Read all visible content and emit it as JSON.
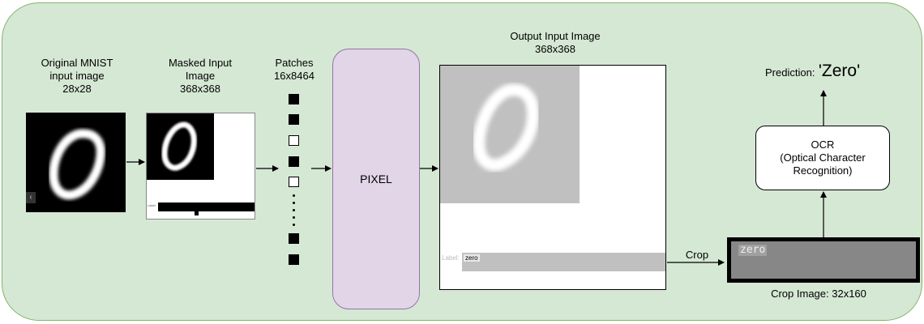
{
  "original": {
    "title": "Original MNIST",
    "subtitle": "input image",
    "size": "28x28"
  },
  "masked": {
    "title": "Masked Input",
    "subtitle": "Image",
    "size": "368x368",
    "mini_label": "Label"
  },
  "patches": {
    "title": "Patches",
    "size": "16x8464",
    "pattern": [
      "filled",
      "filled",
      "empty",
      "filled",
      "empty",
      "dots",
      "filled",
      "filled"
    ]
  },
  "pixel": {
    "label": "PIXEL"
  },
  "output": {
    "title": "Output Input Image",
    "size": "368x368",
    "label_prefix": "Label:",
    "label_word": "zero"
  },
  "crop": {
    "arrow_label": "Crop",
    "word": "zero",
    "caption": "Crop Image: 32x160"
  },
  "ocr": {
    "line1": "OCR",
    "line2": "(Optical Character",
    "line3": "Recognition)"
  },
  "prediction": {
    "label": "Prediction:",
    "value": "'Zero'"
  },
  "colors": {
    "panel_fill": "#d5e8d4",
    "panel_stroke": "#82b366",
    "pixel_fill": "#e1d5e7",
    "pixel_stroke": "#9673a6"
  }
}
